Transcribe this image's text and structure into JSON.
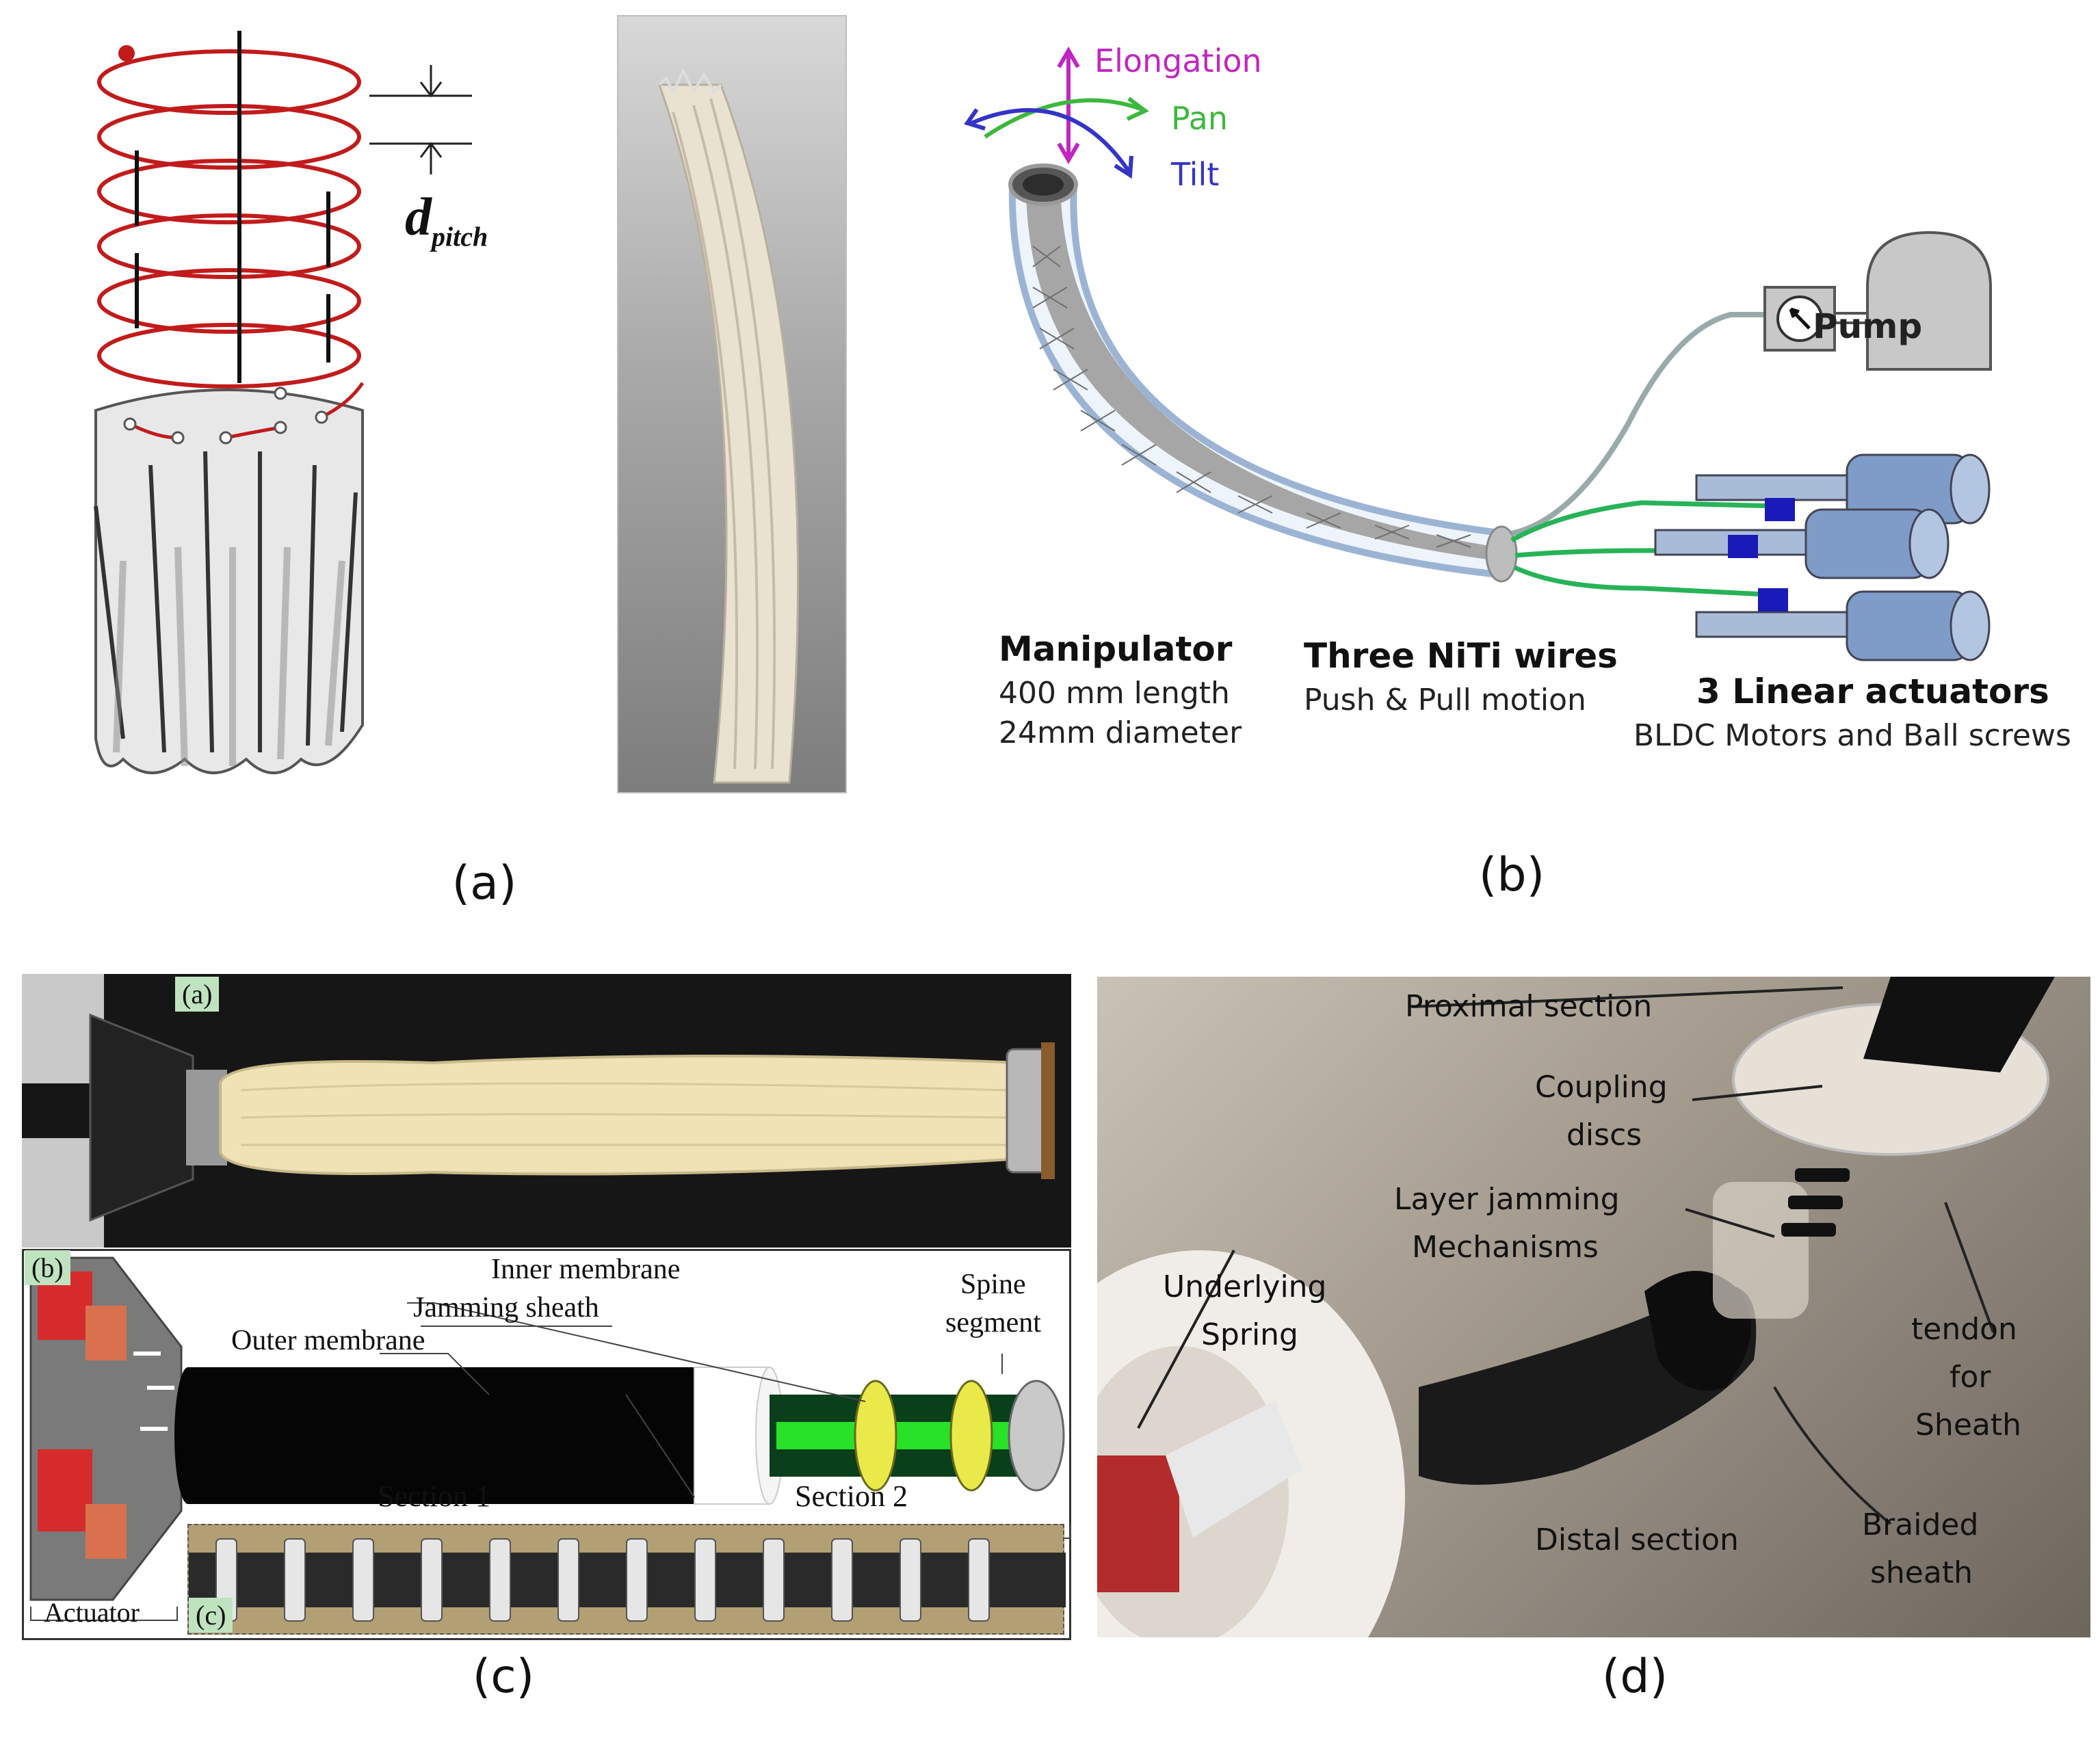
{
  "panel_a": {
    "dim_label": "d",
    "dim_sub": "pitch",
    "caption": "(a)"
  },
  "panel_b": {
    "motion": {
      "elongation": "Elongation",
      "pan": "Pan",
      "tilt": "Tilt"
    },
    "pump": "Pump",
    "manipulator": {
      "title": "Manipulator",
      "line1": "400 mm length",
      "line2": "24mm diameter"
    },
    "wires": {
      "title": "Three NiTi wires",
      "line1": "Push & Pull motion"
    },
    "actuators": {
      "title": "3 Linear actuators",
      "line1": "BLDC Motors and Ball screws"
    },
    "caption": "(b)",
    "colors": {
      "elongation": "#c026c0",
      "pan": "#3cb83c",
      "tilt": "#3434c8"
    }
  },
  "panel_c": {
    "tag_a": "(a)",
    "tag_b": "(b)",
    "tag_c": "(c)",
    "inner_membrane": "Inner membrane",
    "jamming_sheath": "Jamming sheath",
    "outer_membrane": "Outer membrane",
    "spine_segment_1": "Spine",
    "spine_segment_2": "segment",
    "section1": "Section 1",
    "section2": "Section 2",
    "actuator": "Actuator",
    "caption": "(c)"
  },
  "panel_d": {
    "proximal": "Proximal section",
    "coupling_1": "Coupling",
    "coupling_2": "discs",
    "layer_1": "Layer jamming",
    "layer_2": "Mechanisms",
    "spring_1": "Underlying",
    "spring_2": "Spring",
    "tendon_1": "tendon",
    "tendon_2": "for",
    "tendon_3": "Sheath",
    "braided_1": "Braided",
    "braided_2": "sheath",
    "distal": "Distal section",
    "caption": "(d)"
  }
}
